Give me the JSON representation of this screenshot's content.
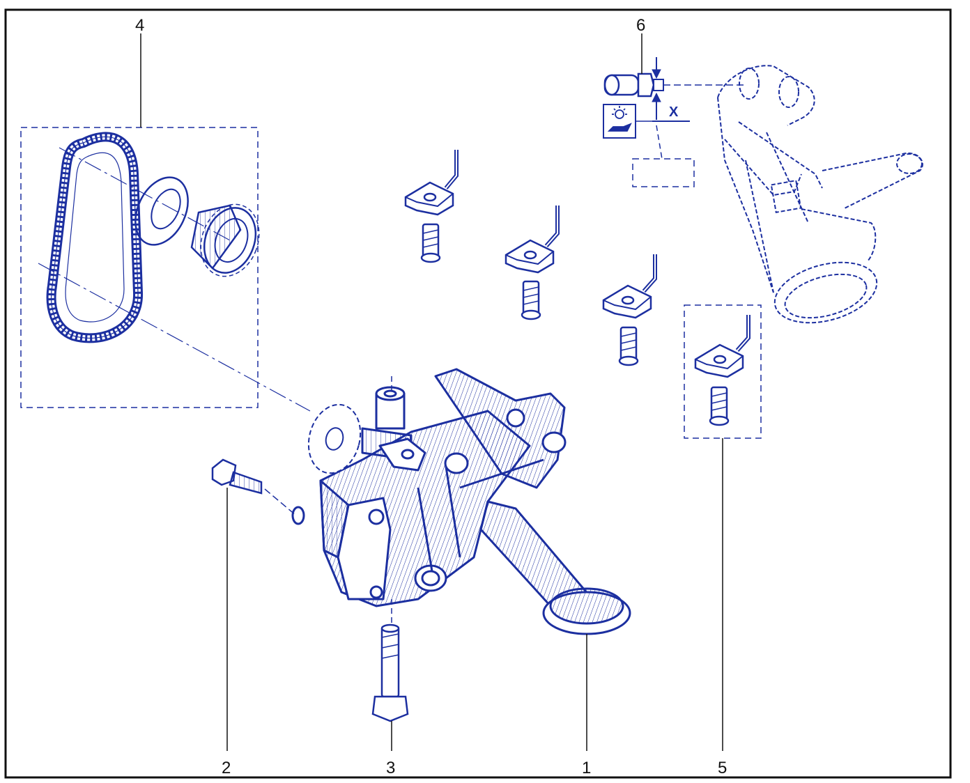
{
  "colors": {
    "line": "#1c2fa0",
    "frame": "#111111",
    "background": "#ffffff"
  },
  "callouts": {
    "c1": "1",
    "c2": "2",
    "c3": "3",
    "c4": "4",
    "c5": "5",
    "c6": "6"
  },
  "dimension_label": "X",
  "icons": [
    "warning-lamp-icon",
    "oil-can-icon"
  ]
}
